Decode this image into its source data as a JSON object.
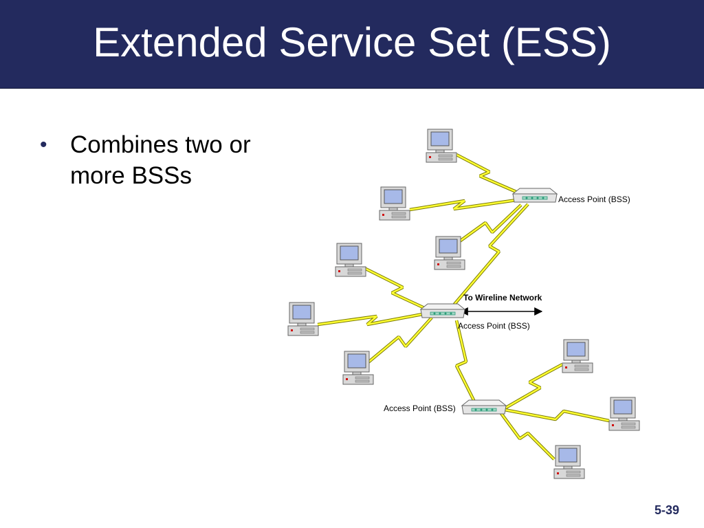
{
  "slide": {
    "title": "Extended Service Set (ESS)",
    "bullets": [
      "Combines two or more BSSs"
    ],
    "page_number": "5-39"
  },
  "diagram": {
    "access_points": [
      {
        "id": "ap1",
        "label": "Access Point (BSS)"
      },
      {
        "id": "ap2",
        "label": "Access Point (BSS)"
      },
      {
        "id": "ap3",
        "label": "Access Point (BSS)"
      }
    ],
    "wired_link_label": "To Wireline Network",
    "colors": {
      "title_bar": "#232a5e",
      "wireless_link": "#ffff33",
      "wireless_link_outline": "#7a7a00",
      "computer_body": "#d8d8d8",
      "screen": "#a7b9e8",
      "indicator": "#d01010",
      "ap_body": "#e4e4e4",
      "ap_led": "#2e9c7a"
    },
    "icons": [
      "desktop-computer-icon",
      "access-point-icon",
      "lightning-link-icon",
      "double-arrow-icon"
    ]
  }
}
